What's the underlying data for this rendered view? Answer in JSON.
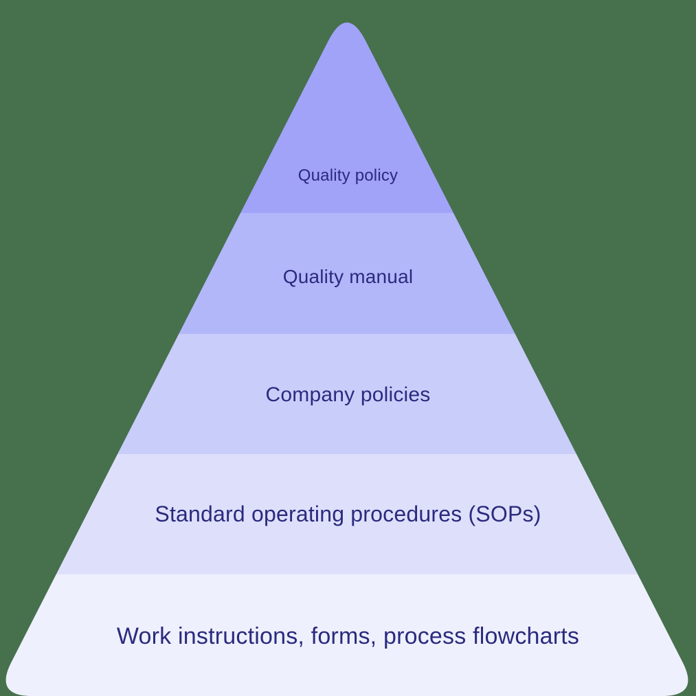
{
  "background_color": "#47704d",
  "text_color": "#2b2a7e",
  "diagram": {
    "type": "pyramid",
    "levels_top_to_bottom": 5
  },
  "pyramid": {
    "levels": [
      {
        "label": "Quality policy",
        "color": "#a0a3f8"
      },
      {
        "label": "Quality manual",
        "color": "#b2b7fa"
      },
      {
        "label": "Company policies",
        "color": "#c9cdfa"
      },
      {
        "label": "Standard operating procedures (SOPs)",
        "color": "#dee0fb"
      },
      {
        "label": "Work instructions, forms, process flowcharts",
        "color": "#eef0fd"
      }
    ]
  }
}
